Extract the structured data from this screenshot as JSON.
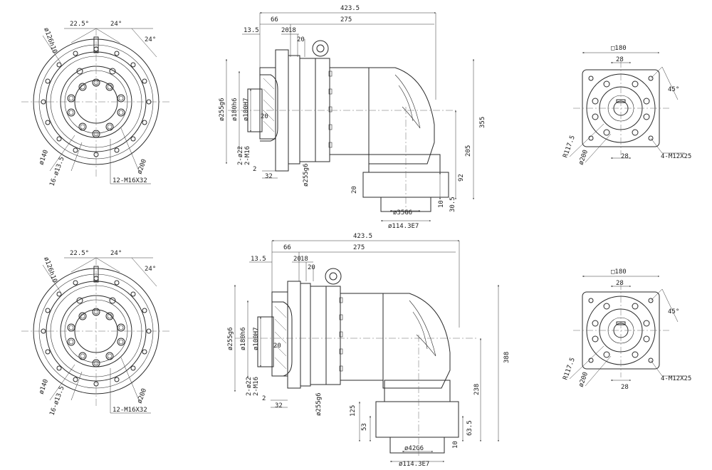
{
  "drawings": [
    {
      "front": {
        "d126": "ø126h10",
        "a22": "22.5°",
        "a24a": "24°",
        "a24b": "24°",
        "d140": "ø140",
        "holes15": "16-ø13.5",
        "d200": "ø200",
        "bolt12": "12-M16X32"
      },
      "side": {
        "len4235": "423.5",
        "len66": "66",
        "len135": "13.5",
        "len20a": "20",
        "len18": "18",
        "len20b": "20",
        "len275": "275",
        "d255": "ø255g6",
        "d180": "ø180h6",
        "d100": "ø100H7",
        "len20c": "20",
        "tap22": "2-ø22",
        "tapM16": "2-M16",
        "len2": "2",
        "len32": "32",
        "d255b": "ø255g6",
        "h355": "355",
        "h205": "205",
        "h92": "92",
        "h20": "20",
        "h10": "10",
        "h305": "30.5",
        "d35": "ø35G6",
        "d1143": "ø114.3E7"
      },
      "flange": {
        "sq180": "□180",
        "d28a": "28",
        "a45": "45°",
        "r1175": "R117.5",
        "d200": "ø200",
        "d28b": "28",
        "bolt4": "4-M12X25"
      }
    },
    {
      "front": {
        "d126": "ø126h10",
        "a22": "22.5°",
        "a24a": "24°",
        "a24b": "24°",
        "d140": "ø140",
        "holes15": "16-ø13.5",
        "d200": "ø200",
        "bolt12": "12-M16X32"
      },
      "side": {
        "len4235": "423.5",
        "len66": "66",
        "len135": "13.5",
        "len20a": "20",
        "len18": "18",
        "len20b": "20",
        "len275": "275",
        "d255": "ø255g6",
        "d180": "ø180h6",
        "d100": "ø100H7",
        "len20c": "20",
        "tap22": "2-ø22",
        "tapM16": "2-M16",
        "len2": "2",
        "len32": "32",
        "d255b": "ø255g6",
        "h388": "388",
        "h238": "238",
        "h125": "125",
        "h53": "53",
        "h635": "63.5",
        "h10": "10",
        "d42": "ø42G6",
        "d1143": "ø114.3E7"
      },
      "flange": {
        "sq180": "□180",
        "d28a": "28",
        "a45": "45°",
        "r1175": "R117.5",
        "d200": "ø200",
        "d28b": "28",
        "bolt4": "4-M12X25"
      }
    }
  ]
}
